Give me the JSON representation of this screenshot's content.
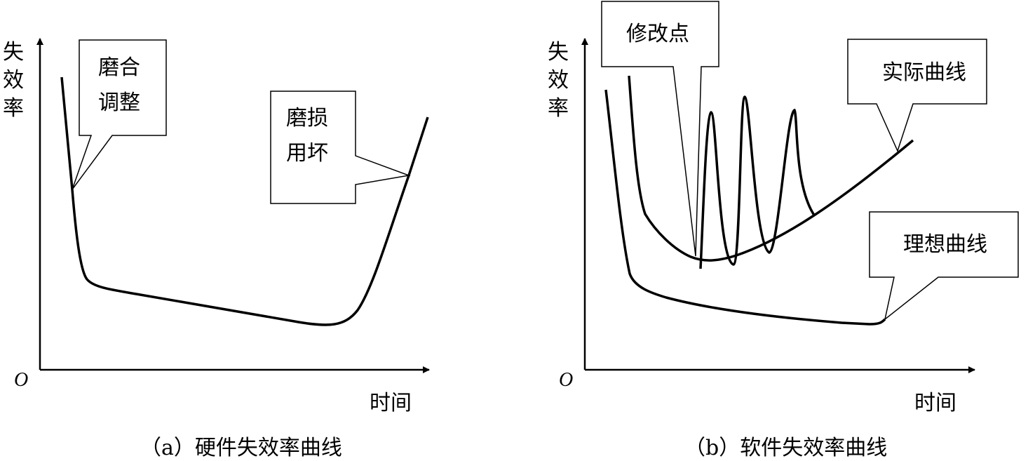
{
  "panel_a": {
    "ylabel": [
      "失",
      "效",
      "率"
    ],
    "origin": "O",
    "xlabel": "时间",
    "callout_break_in": [
      "磨合",
      "调整"
    ],
    "callout_wear": [
      "磨损",
      "用坏"
    ],
    "caption": "（a）硬件失效率曲线"
  },
  "panel_b": {
    "ylabel": [
      "失",
      "效",
      "率"
    ],
    "origin": "O",
    "xlabel": "时间",
    "callout_change": "修改点",
    "callout_actual": "实际曲线",
    "callout_ideal": "理想曲线",
    "caption": "（b）软件失效率曲线"
  }
}
